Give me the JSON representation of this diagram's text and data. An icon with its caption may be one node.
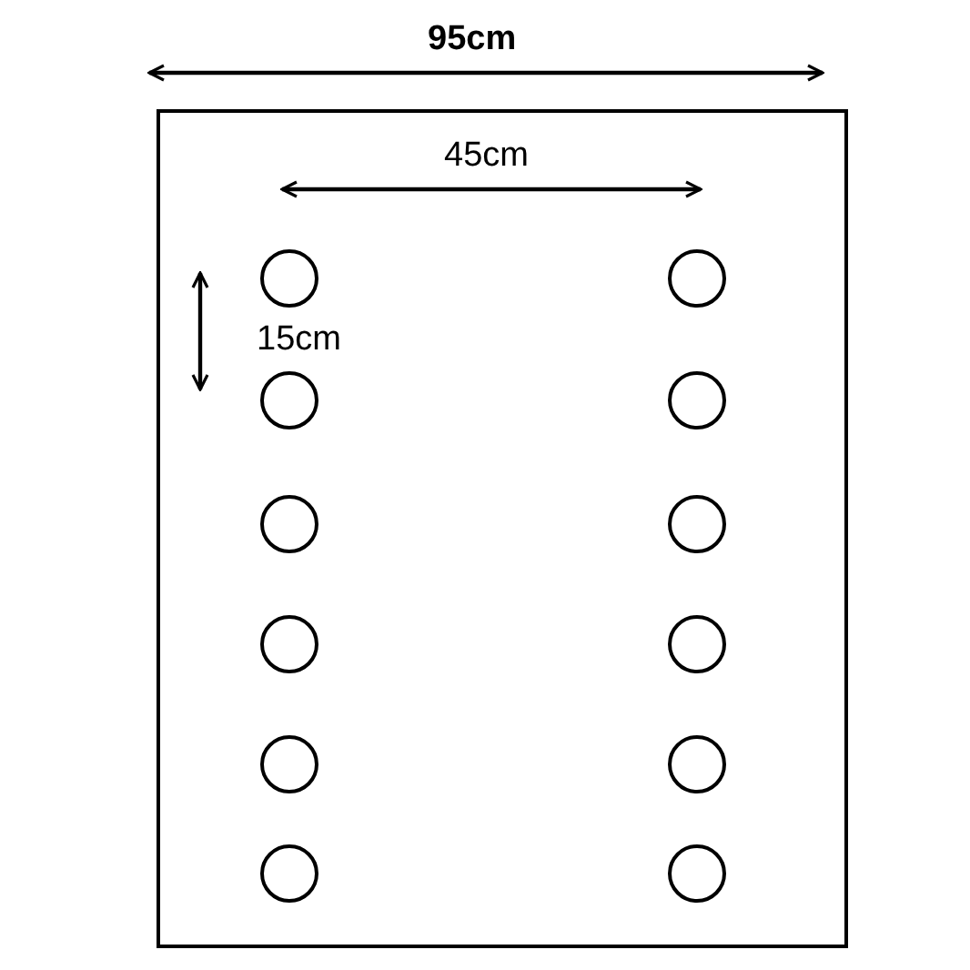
{
  "diagram": {
    "nodes": [
      {
        "text": [],
        "shape": "box"
      },
      {
        "text": [],
        "shape": "circle",
        "in": 0
      },
      {
        "text": [],
        "shape": "circle",
        "in": 0
      },
      {
        "text": [],
        "shape": "circle",
        "in": 0
      },
      {
        "text": [],
        "shape": "circle",
        "in": 0
      },
      {
        "text": [],
        "shape": "circle",
        "in": 0
      },
      {
        "text": [],
        "shape": "circle",
        "in": 0
      },
      {
        "text": [],
        "shape": "circle",
        "in": 0
      },
      {
        "text": [],
        "shape": "circle",
        "in": 0
      },
      {
        "text": [],
        "shape": "circle",
        "in": 0
      },
      {
        "text": [],
        "shape": "circle",
        "in": 0
      },
      {
        "text": [],
        "shape": "circle",
        "in": 0
      },
      {
        "text": [],
        "shape": "circle",
        "in": 0
      }
    ],
    "labels": [
      "95cm",
      "45cm",
      "15cm"
    ]
  }
}
